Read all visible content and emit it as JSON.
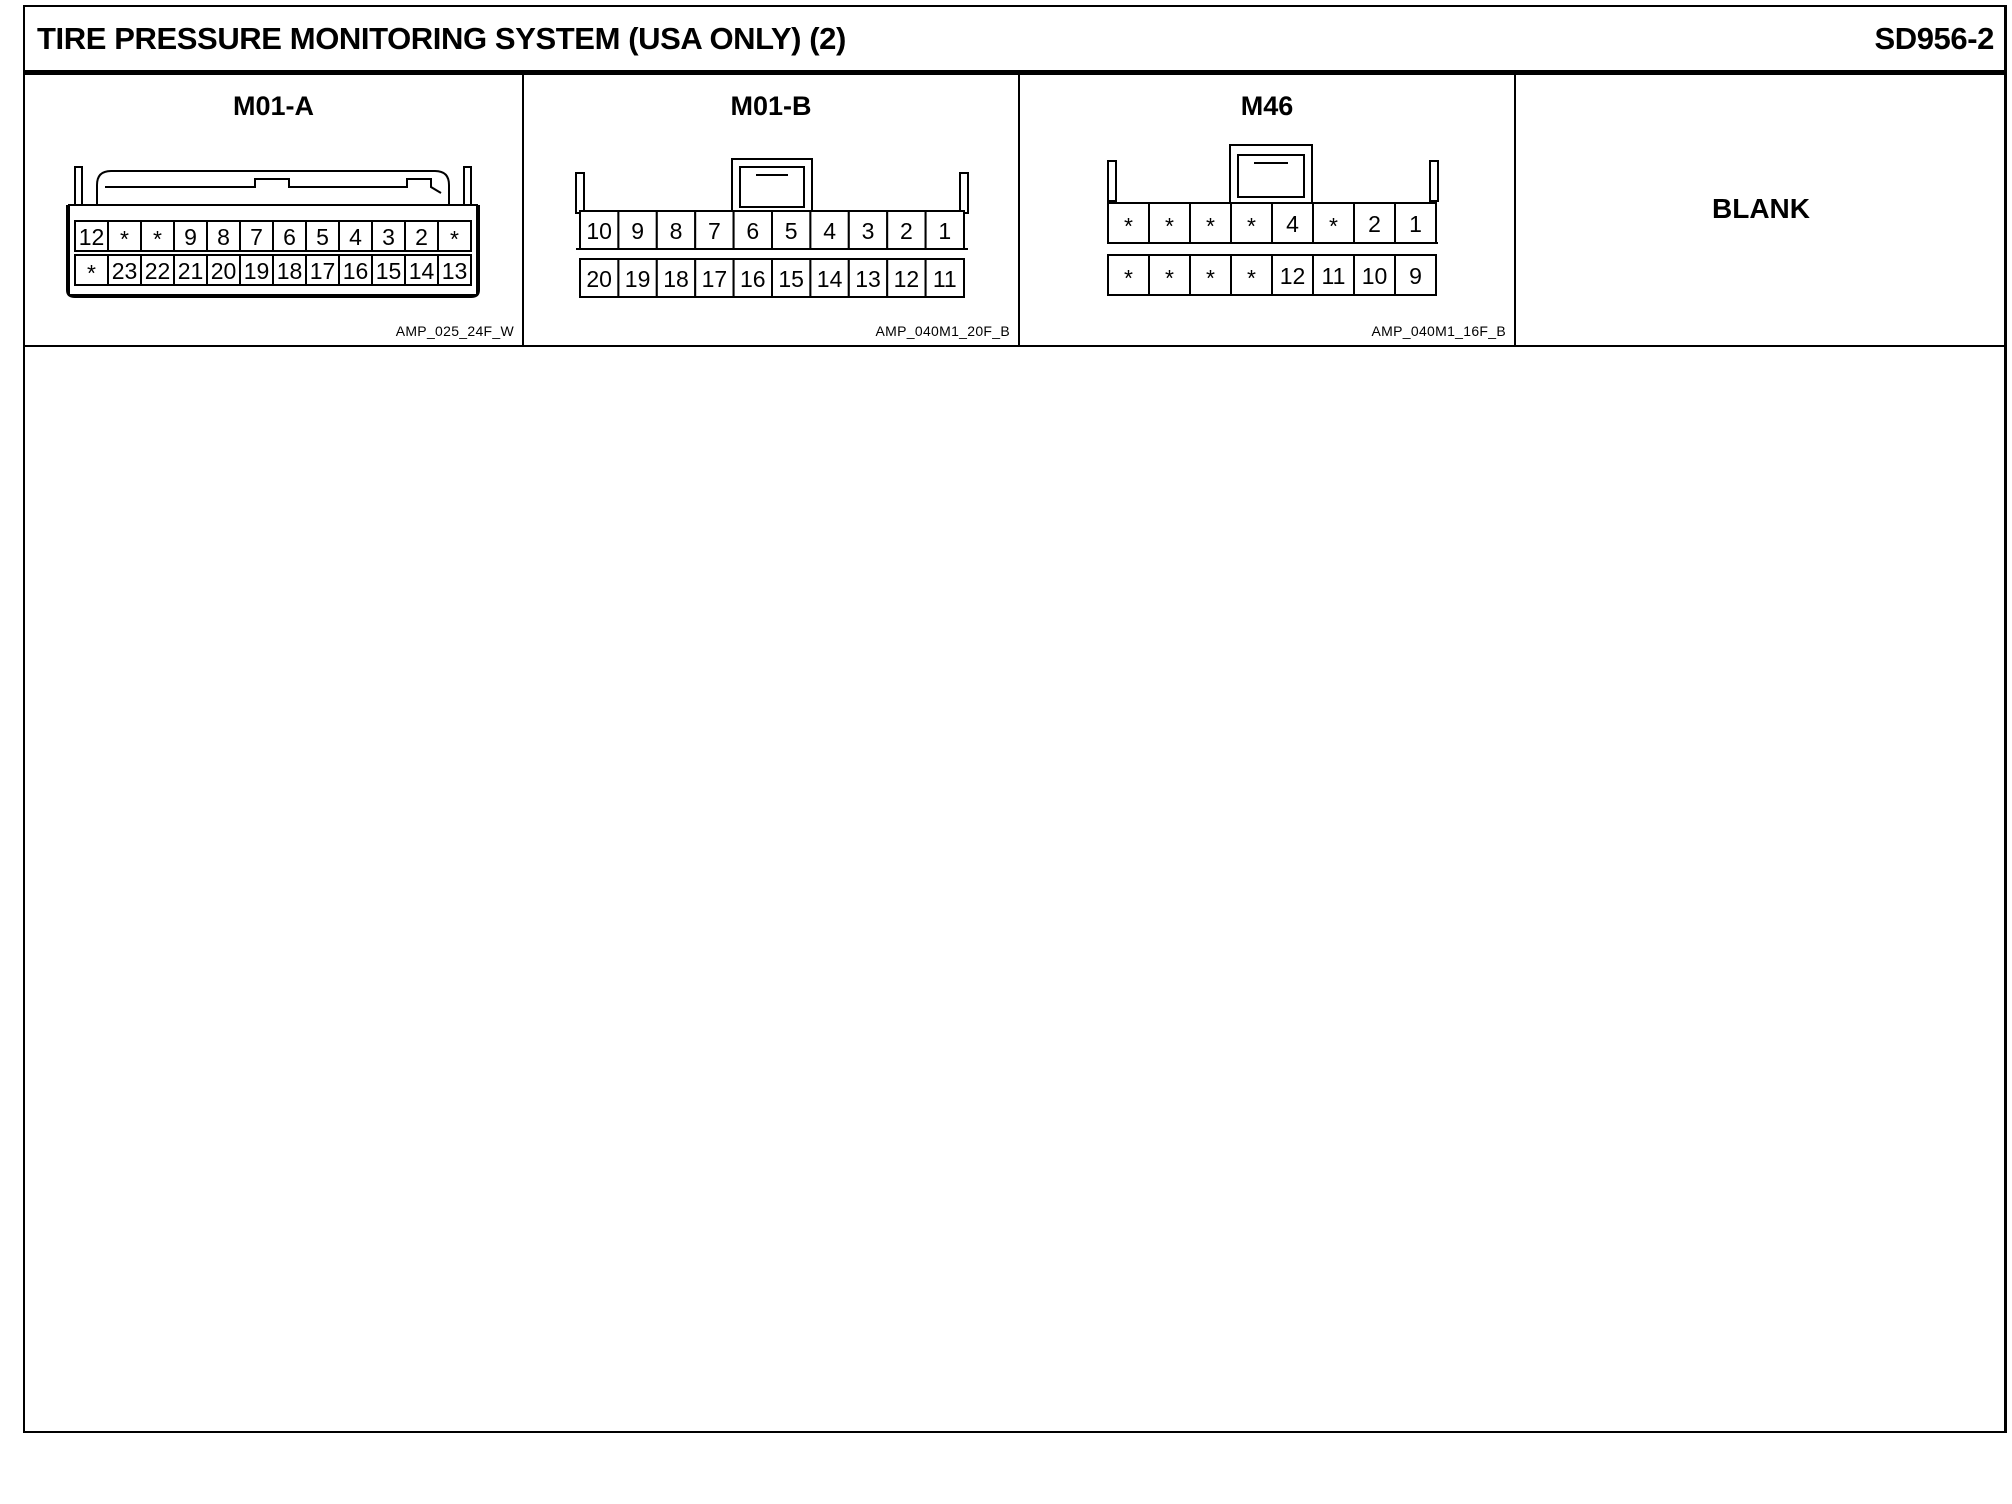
{
  "header": {
    "title": "TIRE PRESSURE MONITORING SYSTEM (USA ONLY) (2)",
    "code": "SD956-2"
  },
  "connectors": [
    {
      "name": "M01-A",
      "part": "AMP_025_24F_W",
      "rows": [
        [
          "12",
          "*",
          "*",
          "9",
          "8",
          "7",
          "6",
          "5",
          "4",
          "3",
          "2",
          "*"
        ],
        [
          "*",
          "23",
          "22",
          "21",
          "20",
          "19",
          "18",
          "17",
          "16",
          "15",
          "14",
          "13"
        ]
      ]
    },
    {
      "name": "M01-B",
      "part": "AMP_040M1_20F_B",
      "rows": [
        [
          "10",
          "9",
          "8",
          "7",
          "6",
          "5",
          "4",
          "3",
          "2",
          "1"
        ],
        [
          "20",
          "19",
          "18",
          "17",
          "16",
          "15",
          "14",
          "13",
          "12",
          "11"
        ]
      ]
    },
    {
      "name": "M46",
      "part": "AMP_040M1_16F_B",
      "rows": [
        [
          "*",
          "*",
          "*",
          "*",
          "4",
          "*",
          "2",
          "1"
        ],
        [
          "*",
          "*",
          "*",
          "*",
          "12",
          "11",
          "10",
          "9"
        ]
      ]
    }
  ],
  "blank_label": "BLANK"
}
